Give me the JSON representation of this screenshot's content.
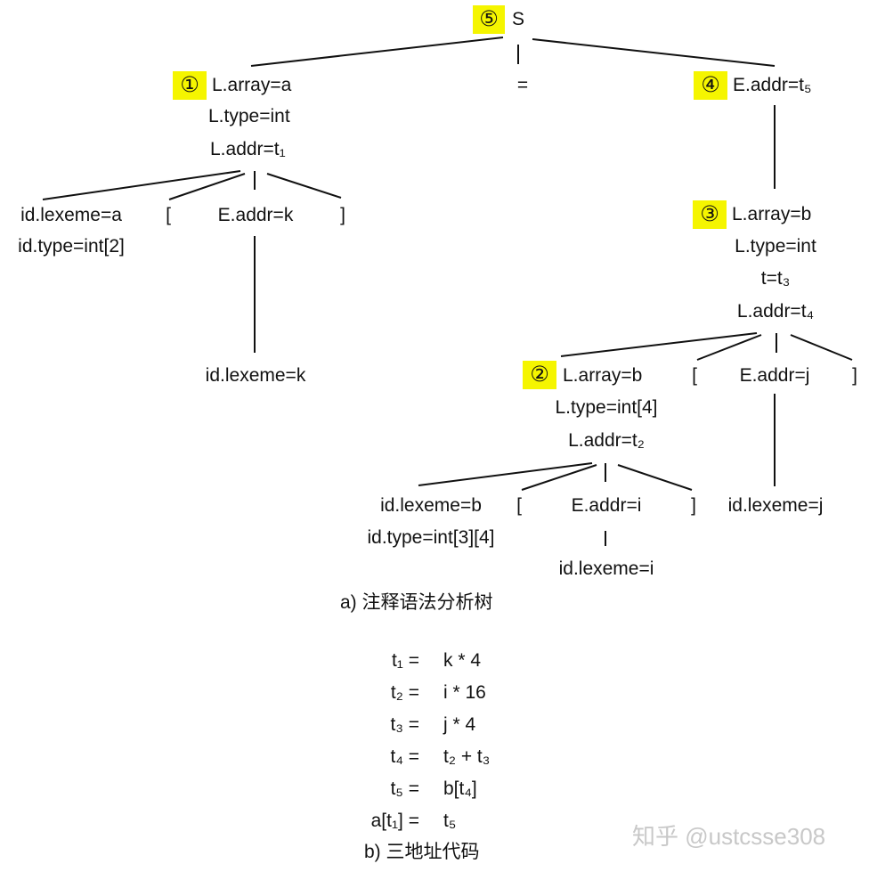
{
  "tree": {
    "root": {
      "marker": "⑤",
      "label": "S"
    },
    "equals": "=",
    "n1": {
      "marker": "①",
      "lines": [
        "L.array=a",
        "L.type=int",
        "L.addr=t₁"
      ]
    },
    "n1_children": {
      "id_lines": [
        "id.lexeme=a",
        "id.type=int[2]"
      ],
      "lbracket": "[",
      "expr": "E.addr=k",
      "rbracket": "]",
      "id_k": "id.lexeme=k"
    },
    "n4": {
      "marker": "④",
      "label": "E.addr=t₅"
    },
    "n3": {
      "marker": "③",
      "lines": [
        "L.array=b",
        "L.type=int",
        "t=t₃",
        "L.addr=t₄"
      ]
    },
    "n3_children": {
      "lbracket": "[",
      "expr": "E.addr=j",
      "rbracket": "]",
      "id_j": "id.lexeme=j"
    },
    "n2": {
      "marker": "②",
      "lines": [
        "L.array=b",
        "L.type=int[4]",
        "L.addr=t₂"
      ]
    },
    "n2_children": {
      "id_lines": [
        "id.lexeme=b",
        "id.type=int[3][4]"
      ],
      "lbracket": "[",
      "expr": "E.addr=i",
      "rbracket": "]",
      "id_i": "id.lexeme=i"
    }
  },
  "caption_a": "a)  注释语法分析树",
  "tac": [
    {
      "lhs": "t₁ =",
      "rhs": "k * 4"
    },
    {
      "lhs": "t₂ =",
      "rhs": "i * 16"
    },
    {
      "lhs": "t₃ =",
      "rhs": "j * 4"
    },
    {
      "lhs": "t₄ =",
      "rhs": "t₂ + t₃"
    },
    {
      "lhs": "t₅ =",
      "rhs": "b[t₄]"
    },
    {
      "lhs": "a[t₁] =",
      "rhs": "t₅"
    }
  ],
  "caption_b": "b)  三地址代码",
  "watermark": "知乎 @ustcsse308",
  "colors": {
    "highlight": "#f5f500",
    "line": "#111111"
  }
}
